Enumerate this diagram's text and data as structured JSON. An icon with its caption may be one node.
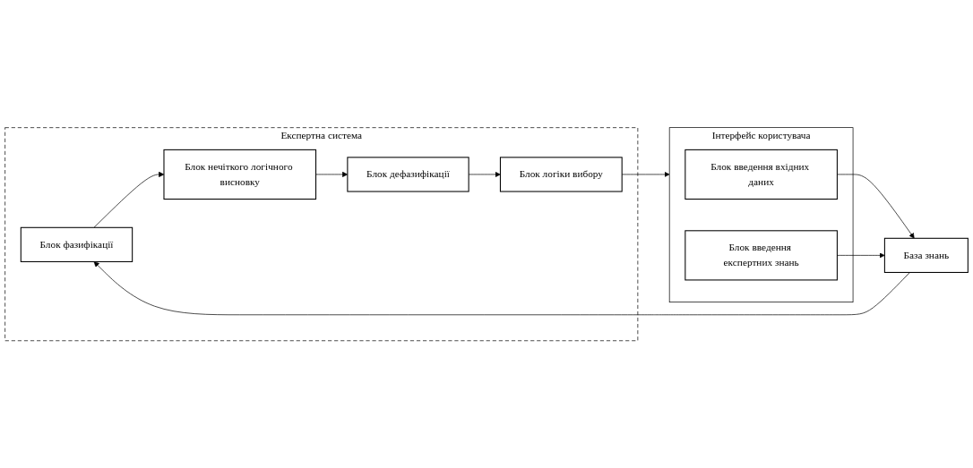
{
  "diagram": {
    "nodes": [
      {
        "text": [
          "Експертна система"
        ]
      },
      {
        "text": [
          "Блок фазифікації"
        ],
        "in": 0
      },
      {
        "text": [
          "Блок нечіткого логічного висновку"
        ],
        "in": 0
      },
      {
        "text": [
          "Блок дефазифікації"
        ],
        "in": 0
      },
      {
        "text": [
          "Блок логіки вибору"
        ],
        "in": 0
      },
      {
        "text": [
          "База знань"
        ]
      },
      {
        "text": [
          "Інтерфейс користувача"
        ]
      },
      {
        "text": [
          "Блок введення вхідних даних"
        ],
        "in": 6
      },
      {
        "text": [
          "Блок введення експертних знань"
        ],
        "in": 6
      }
    ],
    "edges": [
      {
        "from": 5,
        "to": 1,
        "arrow": "to"
      },
      {
        "from": 1,
        "to": 2,
        "arrow": "to"
      },
      {
        "from": 2,
        "to": 3,
        "arrow": "to"
      },
      {
        "from": 3,
        "to": 4,
        "arrow": "to"
      },
      {
        "from": 4,
        "to": 6,
        "arrow": "to"
      },
      {
        "from": 7,
        "to": 5,
        "arrow": "to"
      },
      {
        "from": 8,
        "to": 5,
        "arrow": "to"
      }
    ]
  }
}
